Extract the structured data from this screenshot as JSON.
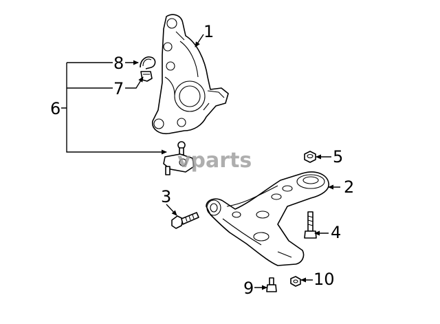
{
  "watermark": "vparts",
  "callouts": [
    "1",
    "2",
    "3",
    "4",
    "5",
    "6",
    "7",
    "8",
    "9",
    "10"
  ]
}
